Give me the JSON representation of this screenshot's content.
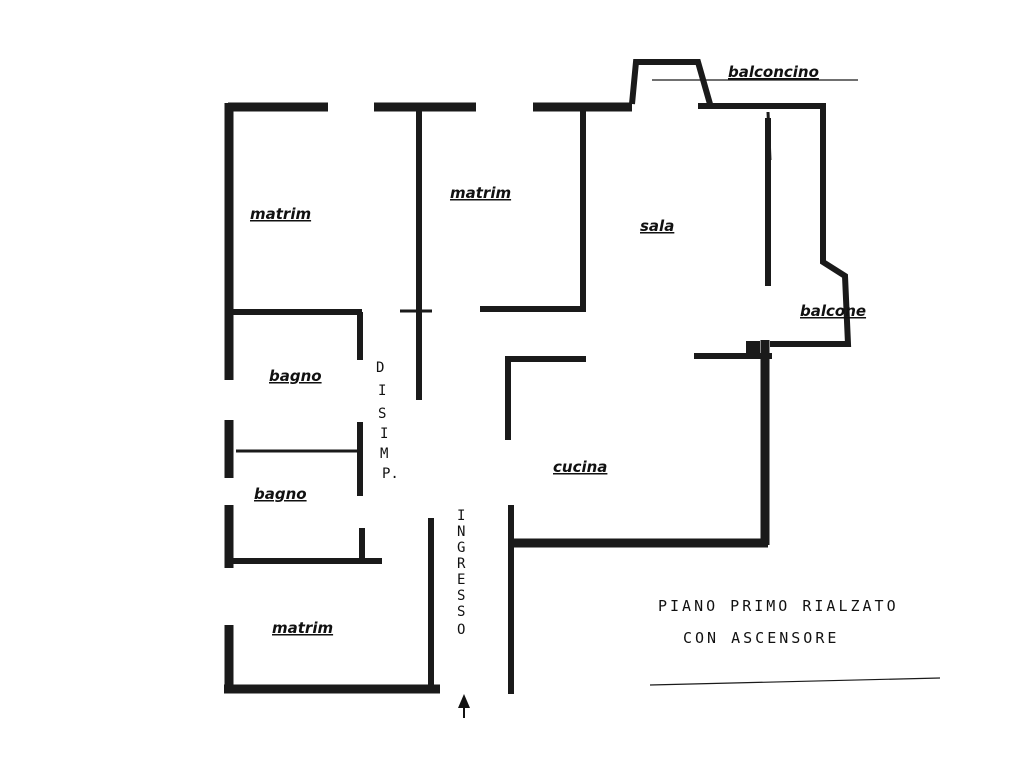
{
  "rooms": {
    "matrim_top_left": "matrim",
    "matrim_top_center": "matrim",
    "sala": "sala",
    "balcone": "balcone",
    "balconcino": "balconcino",
    "bagno_upper": "bagno",
    "bagno_lower": "bagno",
    "cucina": "cucina",
    "matrim_bottom": "matrim"
  },
  "vertical_labels": {
    "disimp": [
      "D",
      "I",
      "S",
      "I",
      "M",
      "P."
    ],
    "ingresso": [
      "I",
      "N",
      "G",
      "R",
      "E",
      "S",
      "S",
      "O"
    ]
  },
  "notes": {
    "line1": "PIANO PRIMO RIALZATO",
    "line2": "CON ASCENSORE"
  },
  "entrance_icon": "entrance-arrow-icon"
}
